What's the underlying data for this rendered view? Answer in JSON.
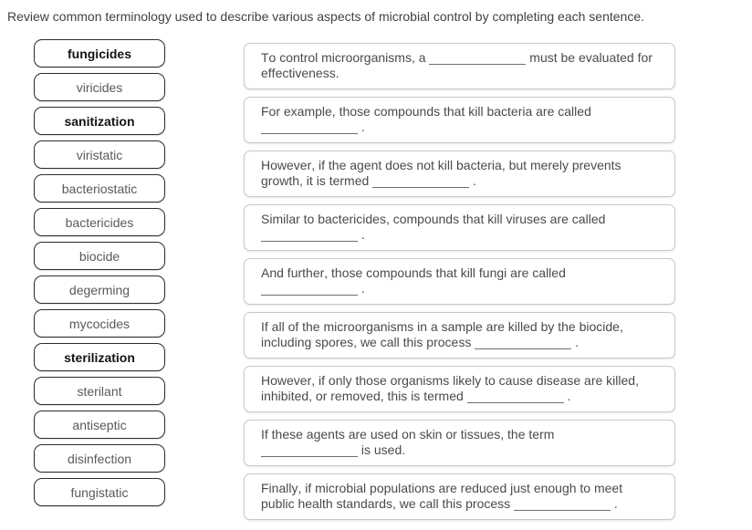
{
  "title": "Review common terminology used to describe various aspects of microbial control by completing each sentence.",
  "colors": {
    "background": "#ffffff",
    "title_text": "#414141",
    "term_border": "#2d2d2d",
    "term_text": "#595959",
    "term_text_emphasized": "#141414",
    "sentence_border": "#c9c9c9",
    "sentence_text": "#4a4a4a",
    "blank_line": "#6e6e6e"
  },
  "term_bank": {
    "items": [
      {
        "label": "fungicides",
        "emphasized": true
      },
      {
        "label": "viricides",
        "emphasized": false
      },
      {
        "label": "sanitization",
        "emphasized": true
      },
      {
        "label": "viristatic",
        "emphasized": false
      },
      {
        "label": "bacteriostatic",
        "emphasized": false
      },
      {
        "label": "bactericides",
        "emphasized": false
      },
      {
        "label": "biocide",
        "emphasized": false
      },
      {
        "label": "degerming",
        "emphasized": false
      },
      {
        "label": "mycocides",
        "emphasized": false
      },
      {
        "label": "sterilization",
        "emphasized": true
      },
      {
        "label": "sterilant",
        "emphasized": false
      },
      {
        "label": "antiseptic",
        "emphasized": false
      },
      {
        "label": "disinfection",
        "emphasized": false
      },
      {
        "label": "fungistatic",
        "emphasized": false
      }
    ]
  },
  "sentences": {
    "items": [
      {
        "before": "To control microorganisms, a ",
        "after": " must be evaluated for effectiveness."
      },
      {
        "before": "For example, those compounds that kill bacteria are called ",
        "after": " ."
      },
      {
        "before": "However, if the agent does not kill bacteria, but merely prevents growth, it is termed ",
        "after": " ."
      },
      {
        "before": "Similar to bactericides, compounds that kill viruses are called ",
        "after": " ."
      },
      {
        "before": "And further, those compounds that kill fungi are called ",
        "after": " ."
      },
      {
        "before": "If all of the microorganisms in a sample are killed by the biocide, including spores, we call this process ",
        "after": " ."
      },
      {
        "before": "However, if only those organisms likely to cause disease are killed, inhibited, or removed, this is termed ",
        "after": " ."
      },
      {
        "before": "If these agents are used on skin or tissues, the term ",
        "after": " is used."
      },
      {
        "before": "Finally, if microbial populations are reduced just enough to meet public health standards, we call this process ",
        "after": " ."
      }
    ]
  }
}
